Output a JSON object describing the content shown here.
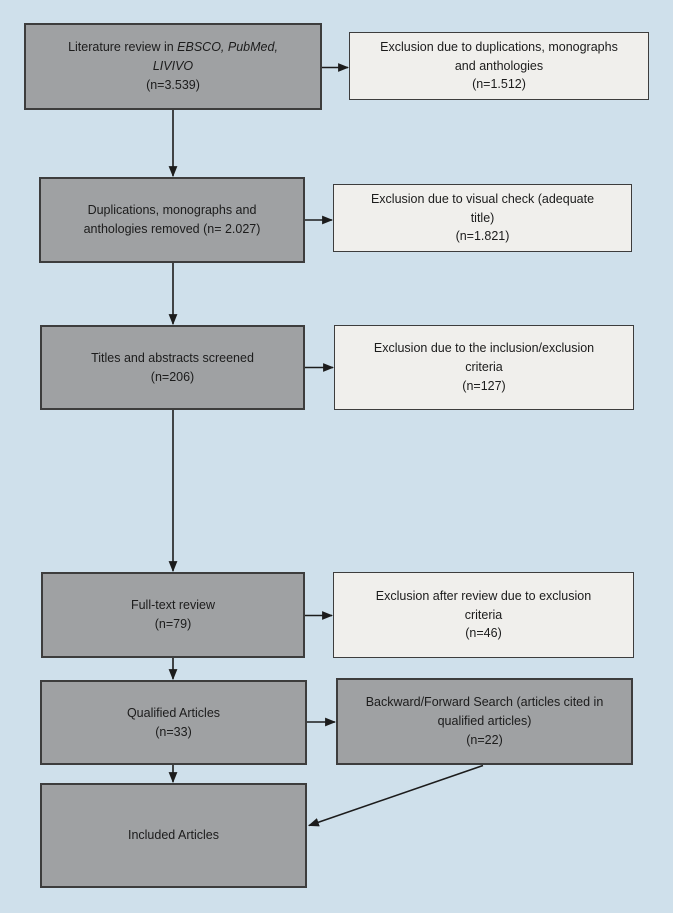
{
  "colors": {
    "background": "#cfe0eb",
    "gray_box_fill": "#9fa1a3",
    "light_box_fill": "#f0efec",
    "border": "#3d3d3d",
    "text": "#1c1c1c",
    "arrow": "#1c1c1c"
  },
  "nodes": {
    "literature_review": {
      "line1_regular": "Literature review in",
      "line1_italic": "EBSCO, PubMed,",
      "line2_italic": "LIVIVO",
      "line3": "(n=3.539)"
    },
    "exclusion_duplications": {
      "line1": "Exclusion due to duplications, monographs",
      "line2": "and anthologies",
      "line3": "(n=1.512)"
    },
    "duplications_removed": {
      "line1": "Duplications, monographs and",
      "line2": "anthologies removed (n= 2.027)"
    },
    "exclusion_visual_check": {
      "line1": "Exclusion due to visual check (adequate",
      "line2": "title)",
      "line3": "(n=1.821)"
    },
    "titles_abstracts_screened": {
      "line1": "Titles and abstracts screened",
      "line2": "(n=206)"
    },
    "exclusion_inclusion_criteria": {
      "line1": "Exclusion due to the inclusion/exclusion",
      "line2": "criteria",
      "line3": "(n=127)"
    },
    "full_text_review": {
      "line1": "Full-text review",
      "line2": "(n=79)"
    },
    "exclusion_after_review": {
      "line1": "Exclusion after review due to exclusion",
      "line2": "criteria",
      "line3": "(n=46)"
    },
    "qualified_articles": {
      "line1": "Qualified Articles",
      "line2": "(n=33)"
    },
    "backward_forward_search": {
      "line1": "Backward/Forward Search (articles cited in",
      "line2": "qualified articles)",
      "line3": "(n=22)"
    },
    "included_articles": {
      "line1": "Included Articles"
    }
  }
}
